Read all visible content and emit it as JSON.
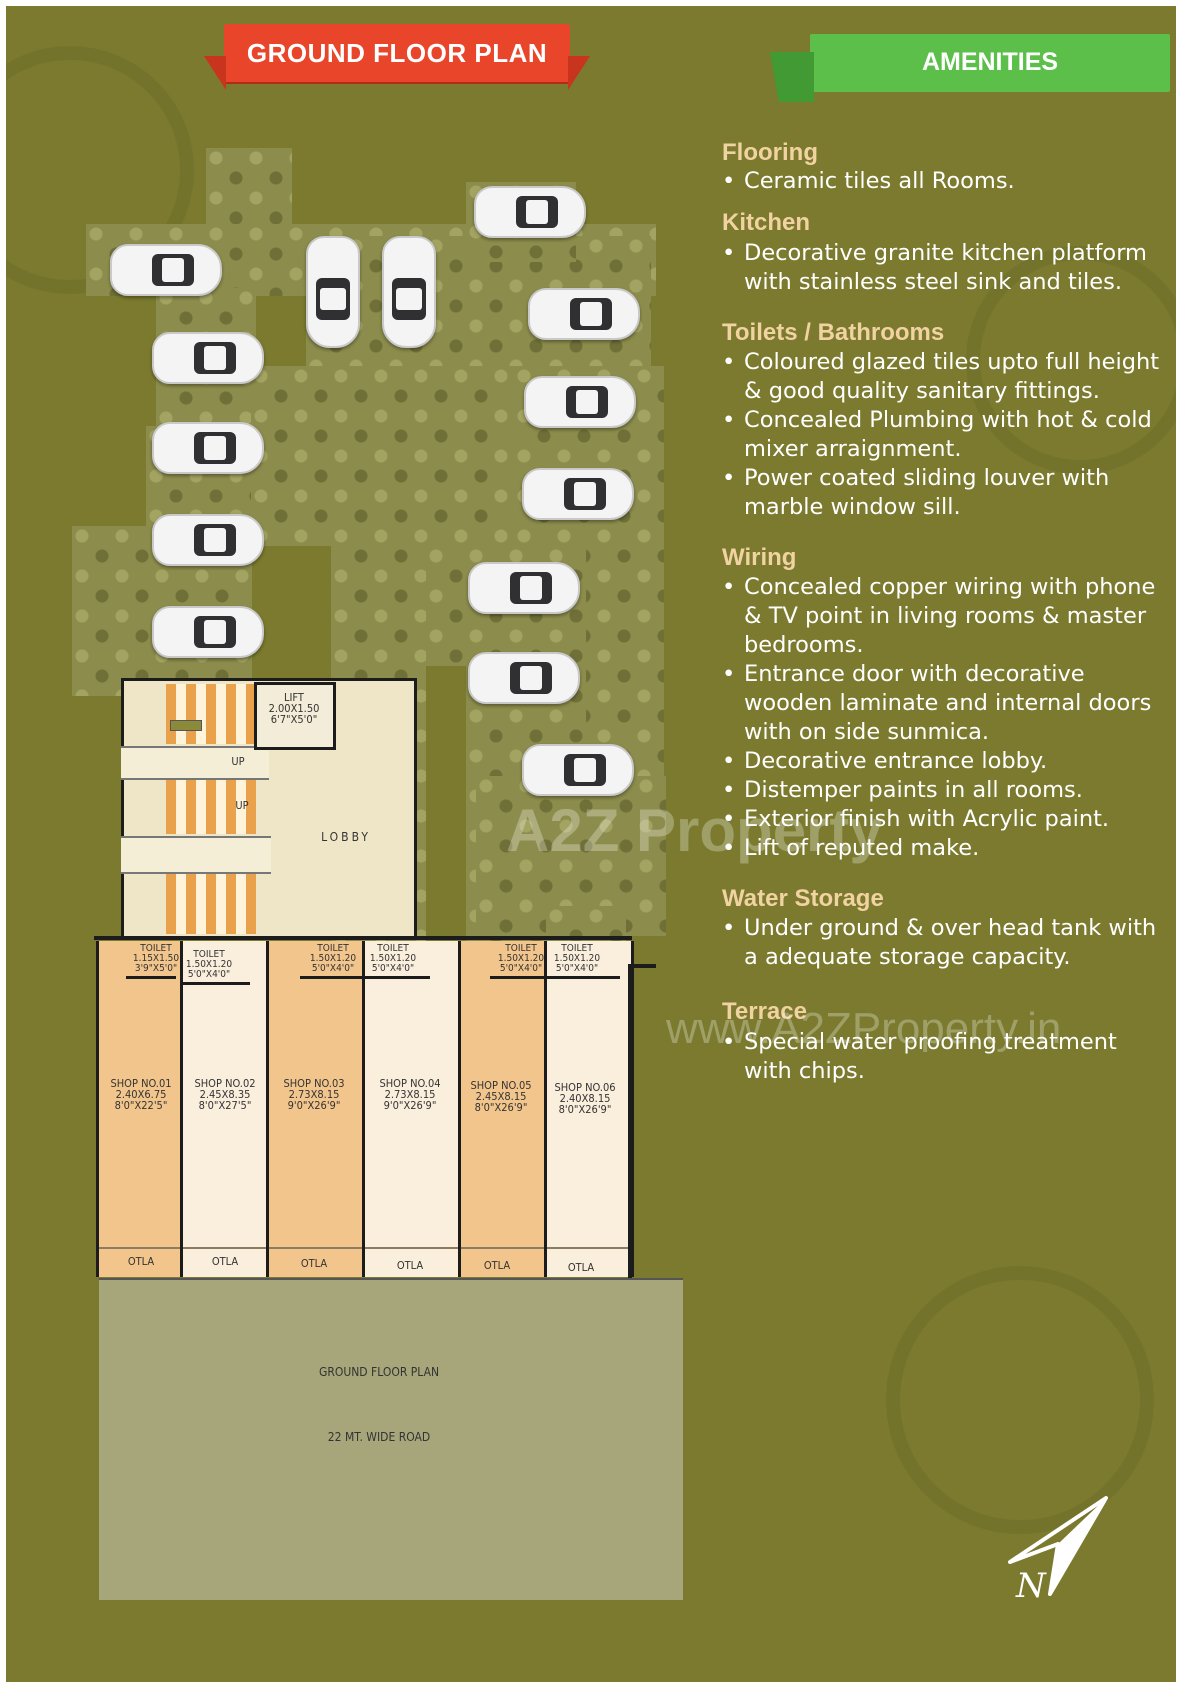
{
  "banners": {
    "left": "GROUND FLOOR PLAN",
    "right": "AMENITIES"
  },
  "plan": {
    "lift": "LIFT\n2.00X1.50\n6'7\"X5'0\"",
    "lobby": "LOBBY",
    "up": "UP",
    "toilets": [
      "TOILET\n1.15X1.50\n3'9\"X5'0\"",
      "TOILET\n1.50X1.20\n5'0\"X4'0\"",
      "TOILET\n1.50X1.20\n5'0\"X4'0\"",
      "TOILET\n1.50X1.20\n5'0\"X4'0\"",
      "TOILET\n1.50X1.20\n5'0\"X4'0\"",
      "TOILET\n1.50X1.20\n5'0\"X4'0\""
    ],
    "shops": [
      "SHOP NO.01\n2.40X6.75\n8'0\"X22'5\"",
      "SHOP NO.02\n2.45X8.35\n8'0\"X27'5\"",
      "SHOP NO.03\n2.73X8.15\n9'0\"X26'9\"",
      "SHOP NO.04\n2.73X8.15\n9'0\"X26'9\"",
      "SHOP NO.05\n2.45X8.15\n8'0\"X26'9\"",
      "SHOP NO.06\n2.40X8.15\n8'0\"X26'9\""
    ],
    "otla": "OTLA",
    "road_title": "GROUND FLOOR PLAN",
    "road_name": "22 MT. WIDE ROAD"
  },
  "amenities": [
    {
      "heading": "Flooring",
      "items": [
        "Ceramic tiles all Rooms."
      ]
    },
    {
      "heading": "Kitchen",
      "items": [
        "Decorative granite kitchen platform with stainless steel sink and tiles."
      ]
    },
    {
      "heading": "Toilets / Bathrooms",
      "items": [
        "Coloured glazed tiles upto full height & good quality sanitary fittings.",
        "Concealed Plumbing with hot & cold mixer arraignment.",
        "Power coated sliding louver with marble window sill."
      ]
    },
    {
      "heading": "Wiring",
      "items": [
        "Concealed copper wiring with phone & TV point in living rooms & master bedrooms.",
        "Entrance door with decorative wooden laminate and internal doors with on side sunmica.",
        "Decorative entrance lobby.",
        "Distemper paints in all rooms.",
        "Exterior finish with Acrylic paint.",
        "Lift of reputed make."
      ]
    },
    {
      "heading": "Water Storage",
      "items": [
        "Under ground & over head tank with a adequate storage capacity."
      ]
    },
    {
      "heading": "Terrace",
      "items": [
        "Special water proofing treatment with chips."
      ]
    }
  ],
  "watermark": {
    "logo": "A2Z Property",
    "url": "www.A2ZProperty.in"
  },
  "compass": "N",
  "colors": {
    "background": "#7b7a2f",
    "banner_red": "#e8452b",
    "banner_green": "#5cbf4a",
    "heading": "#f1d3a2"
  }
}
